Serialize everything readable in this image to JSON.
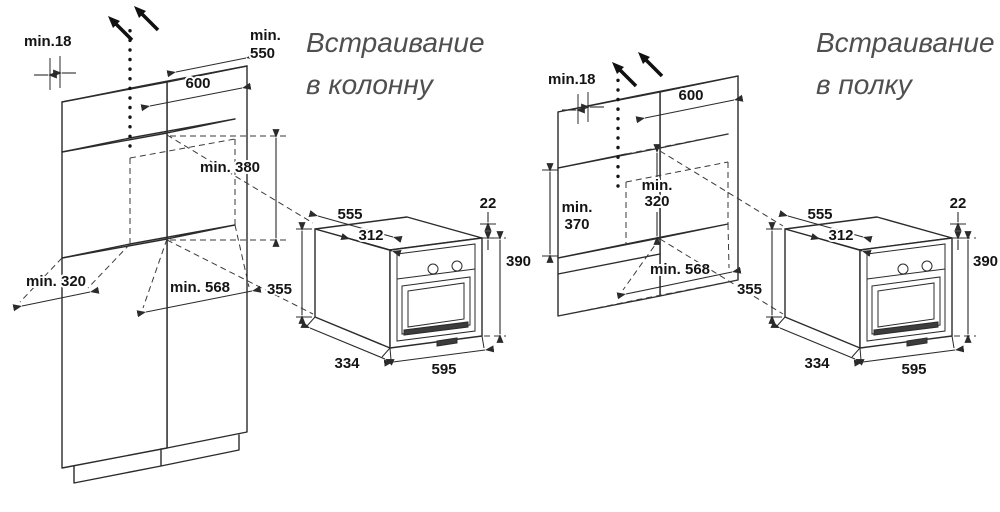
{
  "diagrams": {
    "column": {
      "title_line1": "Встраивание",
      "title_line2": "в колонну",
      "dims": {
        "top_gap": "min.18",
        "top_depth_line1": "min.",
        "top_depth_line2": "550",
        "cabinet_width": "600",
        "niche_height": "min. 380",
        "shelf_depth": "min. 320",
        "niche_depth": "min. 568"
      },
      "oven": {
        "depth": "555",
        "top_inset_depth": "312",
        "top_gap": "22",
        "front_height": "390",
        "body_height": "355",
        "bottom_depth": "334",
        "front_width": "595"
      }
    },
    "shelf": {
      "title_line1": "Встраивание",
      "title_line2": "в полку",
      "dims": {
        "top_gap": "min.18",
        "cabinet_width": "600",
        "inner_height_line1": "min.",
        "inner_height_line2": "320",
        "opening_height_line1": "min.",
        "opening_height_line2": "370",
        "niche_depth": "min. 568"
      },
      "oven": {
        "depth": "555",
        "top_inset_depth": "312",
        "top_gap": "22",
        "front_height": "390",
        "body_height": "355",
        "bottom_depth": "334",
        "front_width": "595"
      }
    }
  }
}
